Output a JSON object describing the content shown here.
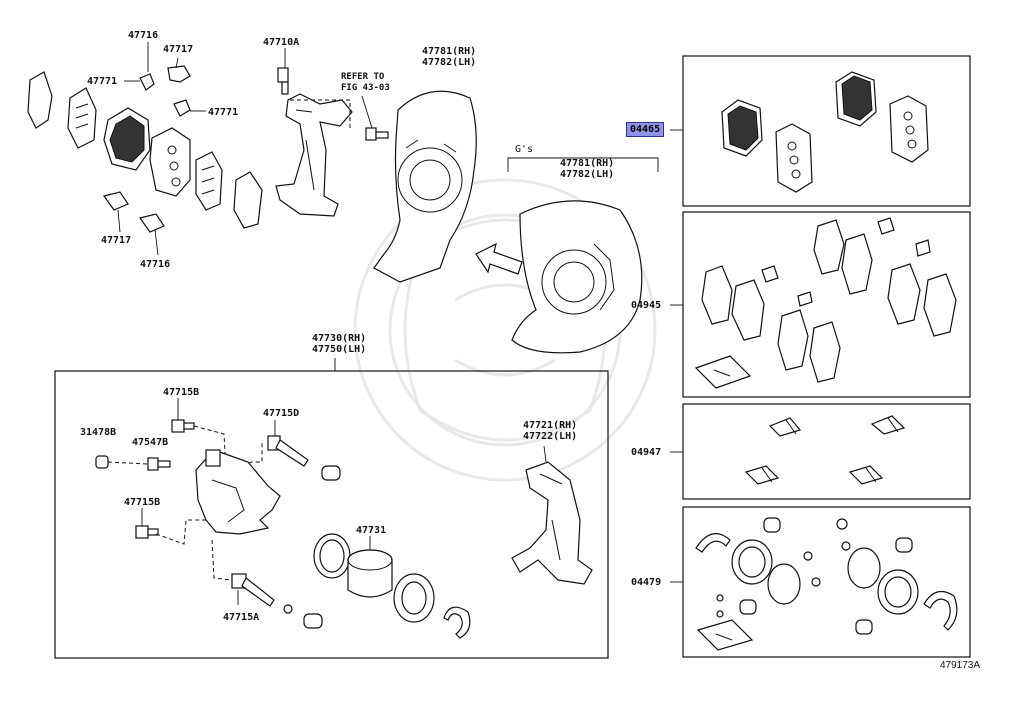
{
  "diagram": {
    "figure_number": "479173A",
    "part_labels": {
      "p47716a": "47716",
      "p47717a": "47717",
      "p47771a": "47771",
      "p47771b": "47771",
      "p47717b": "47717",
      "p47716b": "47716",
      "p47710a": "47710A",
      "refer_note": "REFER TO\nFIG 43-03",
      "p47781a": "47781(RH)\n47782(LH)",
      "gs_note": "G's",
      "p47781b": "47781(RH)\n47782(LH)",
      "p04465": "04465",
      "p04945": "04945",
      "p04947": "04947",
      "p04479": "04479",
      "p47730": "47730(RH)\n47750(LH)",
      "p47715b_top": "47715B",
      "p47715d": "47715D",
      "p31478b": "31478B",
      "p47547b": "47547B",
      "p47715b_mid": "47715B",
      "p47731": "47731",
      "p47721": "47721(RH)\n47722(LH)",
      "p47715a": "47715A"
    },
    "highlighted_part": "04465",
    "icons": {
      "brake_pad": "brake-pad-icon",
      "anti_squeal_shim": "shim-icon",
      "pad_clip": "pad-clip-icon",
      "mounting_bolt": "bolt-icon",
      "caliper_mounting": "caliper-mounting-icon",
      "disc_dust_cover": "dust-cover-icon",
      "caliper_assembly": "caliper-icon",
      "piston": "piston-icon",
      "piston_seal": "seal-ring-icon",
      "bushing": "bushing-icon",
      "grease_packet": "grease-packet-icon",
      "direction_arrow": "arrow-icon"
    },
    "colors": {
      "highlight_fill": "#8f93e8",
      "highlight_border": "#2b2f8f",
      "line": "#111111",
      "watermark": "#e9e9e9"
    }
  }
}
